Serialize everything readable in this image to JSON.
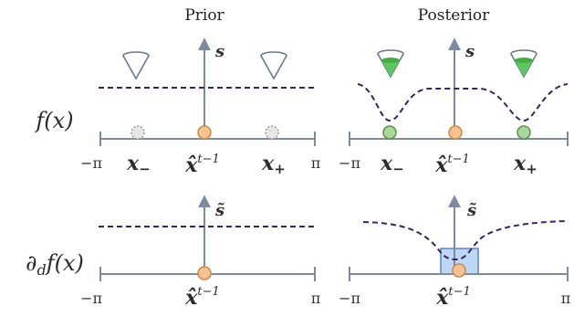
{
  "titles": {
    "left": "Prior",
    "right": "Posterior"
  },
  "rows": {
    "top": "f(x)",
    "bottom": "∂_d f(x)"
  },
  "axis_labels": {
    "s": "s",
    "s_tilde": "s̃"
  },
  "ticks": {
    "neg_pi": "−π",
    "pi": "π"
  },
  "points": {
    "center": "x̂^{t−1}",
    "minus": "x_−",
    "plus": "x_+"
  },
  "colors": {
    "axis": "#7d8aa2",
    "dash": "#3b2266",
    "center_point": "#f7c28f",
    "observed_point": "#a9d79a",
    "unknown_point": "#e6e6e6",
    "cone_fill": "#5cc85c",
    "box_fill": "#bcd8f5"
  }
}
